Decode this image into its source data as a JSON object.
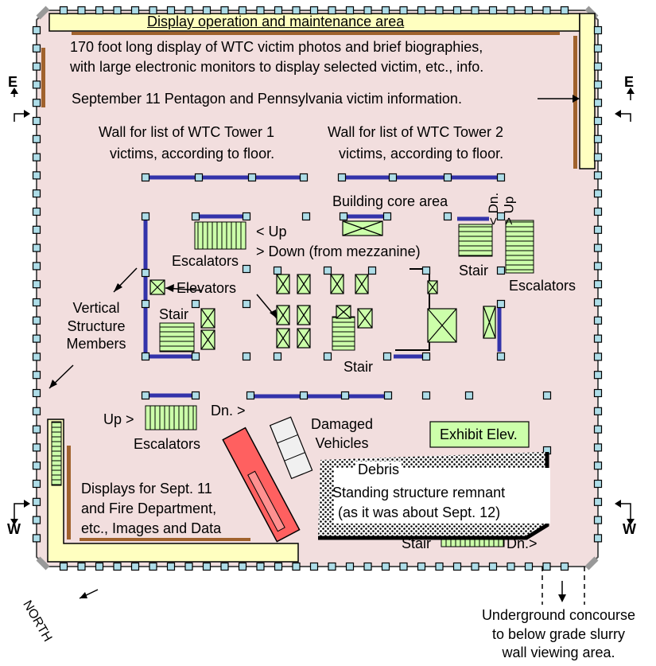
{
  "top_band": "Display operation and maintenance area",
  "display_text": [
    "170 foot long display of WTC victim photos and brief biographies,",
    "with large electronic monitors to display selected victim, etc., info."
  ],
  "pentagon_text": "September 11 Pentagon and Pennsylvania victim information.",
  "tower1_wall": [
    "Wall for list of WTC Tower 1",
    "victims, according to floor."
  ],
  "tower2_wall": [
    "Wall for list of WTC Tower 2",
    "victims, according to floor."
  ],
  "core": "Building core area",
  "up_arrow": "< Up",
  "down_mezz": "> Down (from mezzanine)",
  "escalators": "Escalators",
  "stair": "Stair",
  "elevators": "Elevators",
  "vertical": [
    "Vertical",
    "Structure",
    "Members"
  ],
  "dn_up_vert": [
    "< Dn.",
    "> Up"
  ],
  "up_gt": "Up >",
  "dn_gt": "Dn. >",
  "damaged": [
    "Damaged",
    "Vehicles"
  ],
  "exhibit": "Exhibit Elev.",
  "debris": "Debris",
  "remnant": [
    "Standing structure remnant",
    "(as it was about Sept. 12)"
  ],
  "displays": [
    "Displays for Sept. 11",
    "and Fire Department,",
    "etc., Images and Data"
  ],
  "stair_dn": "Dn.>",
  "north": "NORTH",
  "e": "E",
  "w": "W",
  "underground": [
    "Underground concourse",
    "to below grade slurry",
    "wall viewing area."
  ]
}
